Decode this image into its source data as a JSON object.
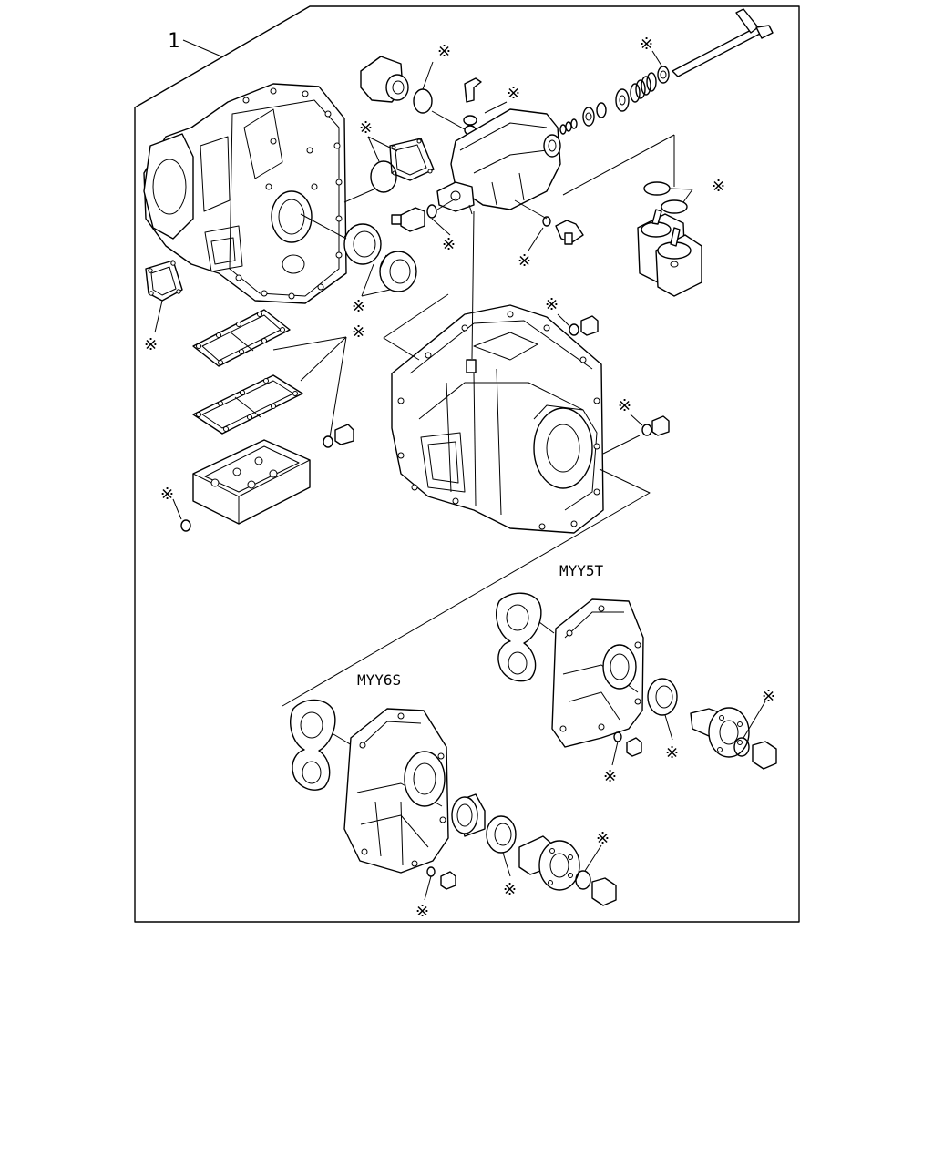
{
  "diagram": {
    "callout_number": "1",
    "variant_labels": {
      "upper": "MYY5T",
      "lower": "MYY6S"
    },
    "kit_marker_symbol": "※"
  }
}
